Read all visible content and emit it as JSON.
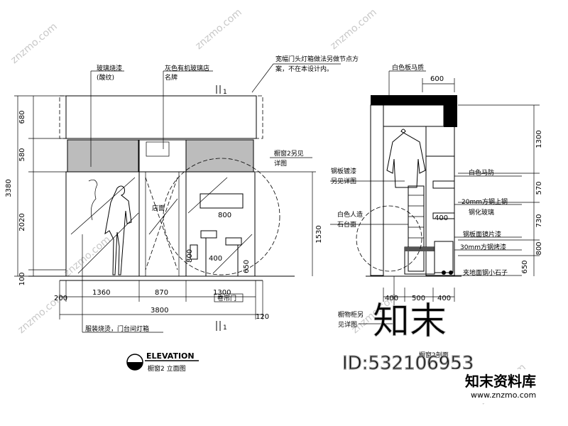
{
  "elevation_left": {
    "notes": {
      "lightbox": "玻璃烧漆",
      "lightbox_sub": "(酸纹)",
      "sign": "灰色有机玻璃店",
      "sign_sub": "名牌",
      "header_note_1": "宽幅门头灯箱做法另做节点方",
      "header_note_2": "案，不在本设计内。",
      "window_note_1": "橱窗2另见",
      "window_note_2": "详图",
      "store_name": "店面",
      "bottom_note": "服装烧烫，门台间灯箱"
    },
    "dims_left": [
      "680",
      "580",
      "2020",
      "100"
    ],
    "dim_total_height": "3380",
    "dims_bottom": [
      "200",
      "1360",
      "870",
      "1300"
    ],
    "dim_total_width": "3800",
    "dim_right_extra": "120",
    "dim_window_height": "1530",
    "dim_inner": [
      "800",
      "800",
      "400",
      "650"
    ],
    "bottom_tag": "卷帘门",
    "section_marks": [
      "1",
      "1"
    ]
  },
  "elevation_right": {
    "notes": {
      "top": "白色板马质",
      "board_1": "白色马防",
      "glass_1": "20mm方钢上钢",
      "glass_2": "钢化玻璃",
      "shelf": "钢板面镜片漆",
      "pipe": "30mm方钢烤漆",
      "base": "夹地面钢小石子",
      "left_1": "钢板镀漆",
      "left_2": "另见详图",
      "left_3": "白色人造",
      "left_4": "石台面",
      "bottom_1": "橱物柜另",
      "bottom_2": "见详图"
    },
    "dim_top": "600",
    "dims_right": [
      "1300",
      "570",
      "730",
      "800",
      "650"
    ],
    "dim_mid": "400",
    "dims_bottom": [
      "400",
      "500",
      "400"
    ],
    "caption": "橱窗2剖面"
  },
  "title_block": {
    "title": "ELEVATION",
    "subtitle": "橱窗2 立面图"
  },
  "watermark": {
    "brand_cn": "知末",
    "id_label": "ID:532106953",
    "brand_full": "知末资料库",
    "url": "www.znzmo.com",
    "diag": "znzmo.com"
  }
}
